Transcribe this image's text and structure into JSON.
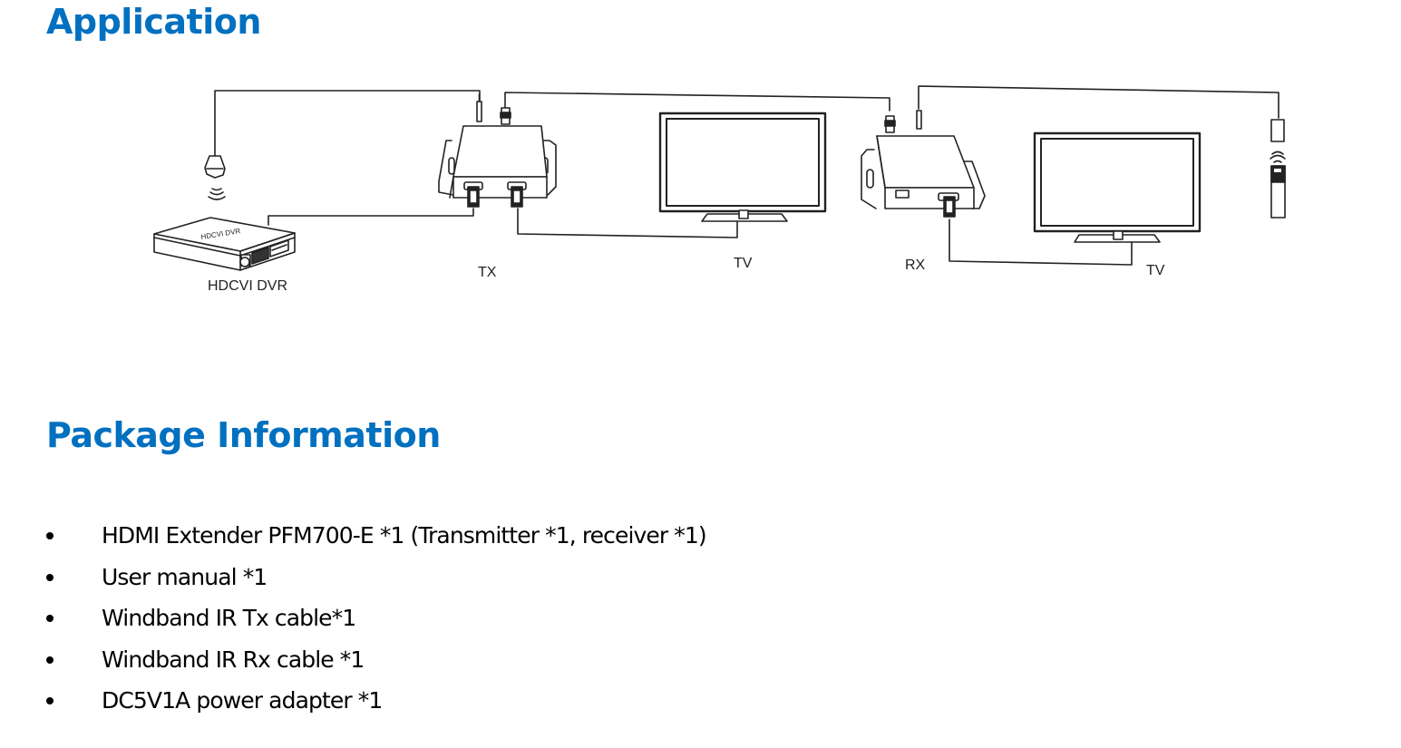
{
  "sections": {
    "application": {
      "title": "Application",
      "diagram": {
        "labels": {
          "dvr_top": "HDCVI DVR",
          "dvr": "HDCVI DVR",
          "tx": "TX",
          "tv1": "TV",
          "rx": "RX",
          "tv2": "TV"
        },
        "devices": [
          {
            "name": "ir-receiver-eye",
            "icon": "ir-receiver-icon"
          },
          {
            "name": "hdcvi-dvr",
            "icon": "dvr-icon"
          },
          {
            "name": "transmitter-tx",
            "icon": "extender-box-icon"
          },
          {
            "name": "tv-1",
            "icon": "tv-icon"
          },
          {
            "name": "receiver-rx",
            "icon": "extender-box-icon"
          },
          {
            "name": "tv-2",
            "icon": "tv-icon"
          },
          {
            "name": "ir-emitter",
            "icon": "ir-emitter-icon"
          },
          {
            "name": "remote-control",
            "icon": "remote-control-icon"
          }
        ]
      }
    },
    "package": {
      "title": "Package Information",
      "items": [
        "HDMI Extender PFM700-E *1 (Transmitter *1, receiver *1)",
        "User manual *1",
        "Windband IR Tx cable*1",
        "Windband IR Rx cable *1",
        "DC5V1A power adapter *1"
      ]
    }
  },
  "colors": {
    "heading": "#0070c0",
    "text": "#000000",
    "line_art": "#222222"
  }
}
